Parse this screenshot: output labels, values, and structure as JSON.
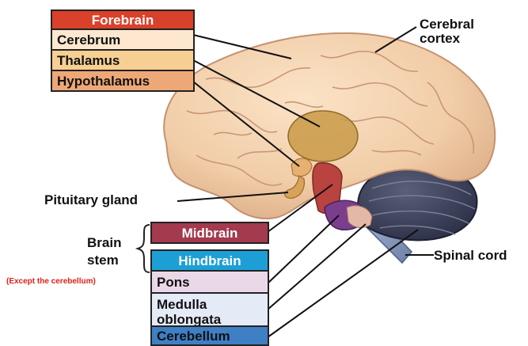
{
  "forebrain": {
    "header": "Forebrain",
    "items": [
      "Cerebrum",
      "Thalamus",
      "Hypothalamus"
    ]
  },
  "midbrain": {
    "header": "Midbrain"
  },
  "hindbrain": {
    "header": "Hindbrain",
    "items": [
      "Pons",
      "Medulla",
      "oblongata",
      "Cerebellum"
    ]
  },
  "labels": {
    "cerebral_cortex_1": "Cerebral",
    "cerebral_cortex_2": "cortex",
    "pituitary": "Pituitary gland",
    "spinal_cord": "Spinal cord",
    "brain_stem_1": "Brain",
    "brain_stem_2": "stem",
    "except_note": "(Except the cerebellum)"
  },
  "colors": {
    "forebrain_header": "#d9412a",
    "cerebrum": "#fde8cf",
    "thalamus": "#f8cf93",
    "hypothalamus": "#eea877",
    "midbrain_header": "#a33a4e",
    "hindbrain_header": "#1d9fd6",
    "pons": "#ead8e8",
    "medulla": "#e4eaf6",
    "cerebellum": "#3f7fc4",
    "note": "#e0201a"
  }
}
